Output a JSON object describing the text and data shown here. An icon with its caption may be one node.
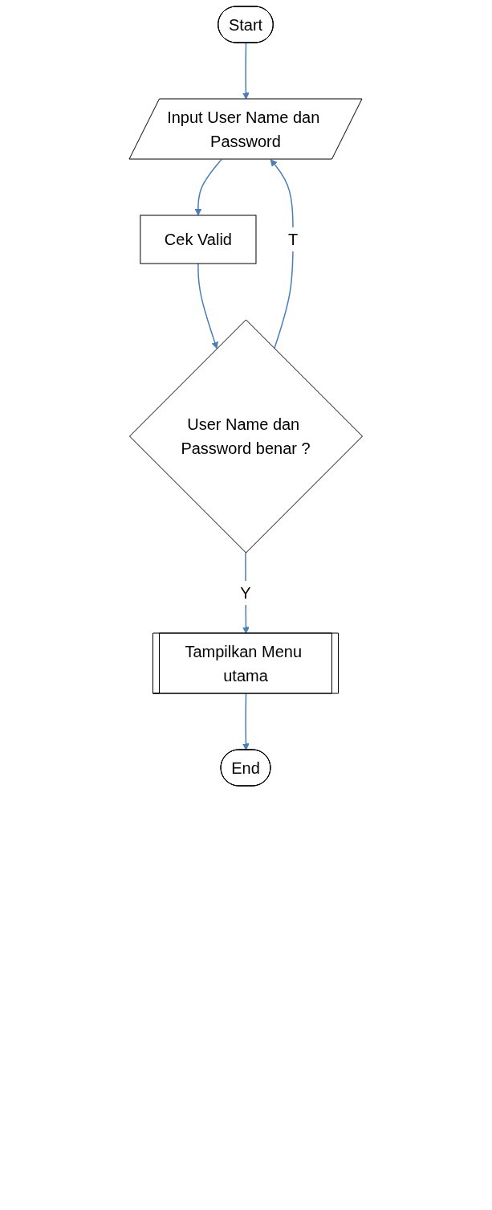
{
  "diagram": {
    "nodes": [
      {
        "text": [
          "Start"
        ]
      },
      {
        "text": [
          "Input User Name dan Password"
        ]
      },
      {
        "text": [
          "Cek Valid"
        ]
      },
      {
        "text": [
          "User Name dan Password benar ?"
        ]
      },
      {
        "text": [
          "Tampilkan Menu utama"
        ]
      },
      {
        "text": [
          "End"
        ]
      }
    ],
    "edges": [
      {
        "from": 0,
        "to": 1,
        "arrow": "to"
      },
      {
        "from": 1,
        "to": 2,
        "arrow": "to"
      },
      {
        "from": 2,
        "to": 3,
        "arrow": "to"
      },
      {
        "from": 3,
        "to": 1,
        "arrow": "to",
        "label": "T"
      },
      {
        "from": 3,
        "to": 4,
        "arrow": "to",
        "label": "Y"
      },
      {
        "from": 4,
        "to": 5,
        "arrow": "to"
      }
    ]
  }
}
